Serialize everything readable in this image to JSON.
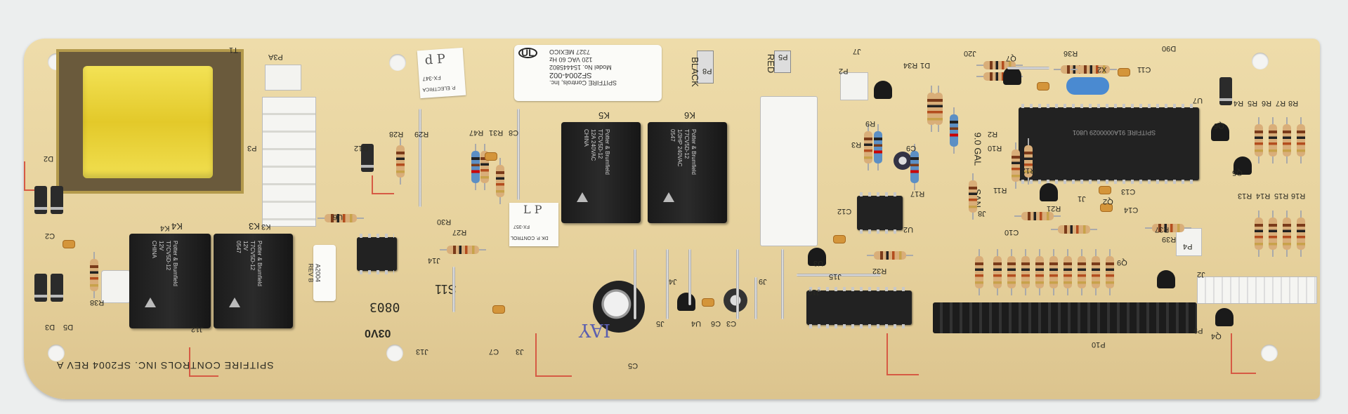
{
  "board": {
    "maker_line": "SPITFIRE CONTROLS INC. SF2004 REV A",
    "logo_code": "03V0",
    "date_code": "0803",
    "lot_mark": "S11"
  },
  "label_sticker": {
    "company": "SPITFIRE Controls, Inc.",
    "part": "SF2004-002",
    "model": "Model No. 154445802",
    "rating": "120 VAC 60 Hz",
    "origin": "7327   MEXICO",
    "cert": "UL"
  },
  "stickers": {
    "electrica": "P. ELECTRICA",
    "electrica_code": "FX-347",
    "control": "DK P. CONTROL",
    "control_code": "FX-357",
    "handwritten_1": "d P",
    "handwritten_2": "L P",
    "rev_tag": "A2004",
    "rev_tag_2": "REV B"
  },
  "relays": {
    "brand": "Potter & Brumfield",
    "model": "T7CV5D-12",
    "rating_1": "12A 240VAC",
    "rating_2": "1/3HP 240VAC",
    "country": "CHINA",
    "code": "0547",
    "voltage": "12V",
    "names": [
      "K5",
      "K6",
      "K4",
      "K3"
    ]
  },
  "ic": {
    "u7_text": "SPITFIRE 91A0000029 U801"
  },
  "wire_labels": {
    "black": "BLACK",
    "red": "RED"
  },
  "refs": [
    "P3A",
    "P3",
    "T1",
    "D12",
    "R28",
    "R29",
    "R47",
    "R31",
    "C8",
    "P8",
    "P5",
    "P2",
    "J7",
    "R34",
    "D1",
    "J20",
    "Q7",
    "R36",
    "X2",
    "C11",
    "D90",
    "U7",
    "R4",
    "R5",
    "R6",
    "R7",
    "R8",
    "Q6",
    "Q5",
    "R13",
    "R14",
    "R15",
    "R16",
    "R9",
    "R3",
    "C9",
    "R17",
    "C12",
    "U2",
    "U3",
    "J15",
    "R32",
    "J1",
    "C13",
    "Q2",
    "C14",
    "R37",
    "R21",
    "C10",
    "R39",
    "P4",
    "Q9",
    "J2",
    "P9",
    "Q4",
    "P10",
    "J10",
    "J9",
    "C3",
    "C6",
    "U4",
    "J5",
    "C5",
    "J4",
    "J14",
    "R27",
    "R30",
    "U6",
    "J13",
    "C7",
    "J3",
    "J12",
    "R38",
    "D3",
    "D5",
    "C2",
    "D2",
    "K4",
    "K3",
    "R12",
    "R10",
    "R11",
    "J8",
    "R2"
  ],
  "handwritten_mark": "IAY",
  "cap_marks": {
    "gal": "9.0 GAL",
    "san": "SAN"
  }
}
